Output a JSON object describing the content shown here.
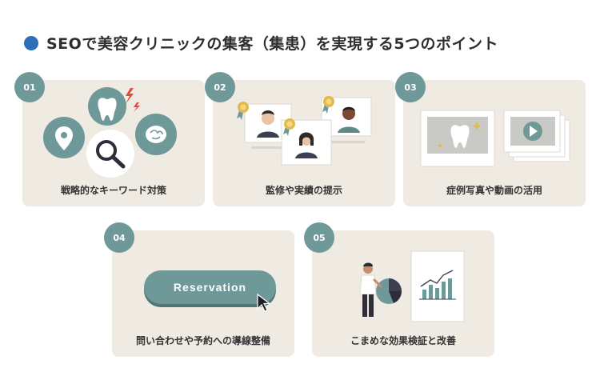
{
  "title": "SEOで美容クリニックの集客（集患）を実現する5つのポイント",
  "accent_color": "#2a6fb8",
  "badge_color": "#6e9998",
  "cards": [
    {
      "number": "01",
      "label": "戦略的なキーワード対策",
      "icons": [
        "map-pin-icon",
        "tooth-icon",
        "magnifier-icon",
        "brain-icon",
        "lightning-icon"
      ]
    },
    {
      "number": "02",
      "label": "監修や実績の提示",
      "icons": [
        "profile-card-icon",
        "award-ribbon-icon"
      ]
    },
    {
      "number": "03",
      "label": "症例写真や動画の活用",
      "icons": [
        "photo-tooth-icon",
        "video-play-icon"
      ]
    },
    {
      "number": "04",
      "label": "問い合わせや予約への導線整備",
      "button_text": "Reservation",
      "icons": [
        "cursor-arrow-icon"
      ]
    },
    {
      "number": "05",
      "label": "こまめな効果検証と改善",
      "icons": [
        "person-icon",
        "pie-chart-icon",
        "bar-chart-board-icon"
      ]
    }
  ]
}
